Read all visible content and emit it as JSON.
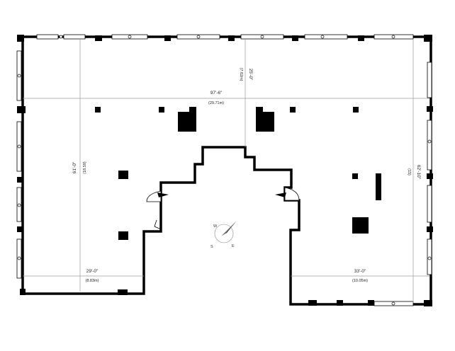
{
  "dimensions": {
    "overall_width": {
      "imperial": "97'-6\"",
      "metric": "(29.71m)"
    },
    "left_height": {
      "imperial": "61'-0\"",
      "metric": "(18.59)"
    },
    "right_height": {
      "imperial": "62'-10\"",
      "metric": "(15)"
    },
    "top_notch": {
      "imperial": "25'-0\"",
      "metric": "(7.62m)"
    },
    "bottom_left_width": {
      "imperial": "29'-0\"",
      "metric": "(8.83m)"
    },
    "bottom_right_width": {
      "imperial": "33'-0\"",
      "metric": "(10.05m)"
    }
  },
  "compass": {
    "west": "W",
    "south": "S",
    "east": "E"
  },
  "colors": {
    "wall": "#000000",
    "dimension_line": "#9a9a9a",
    "window": "#ffffff"
  }
}
